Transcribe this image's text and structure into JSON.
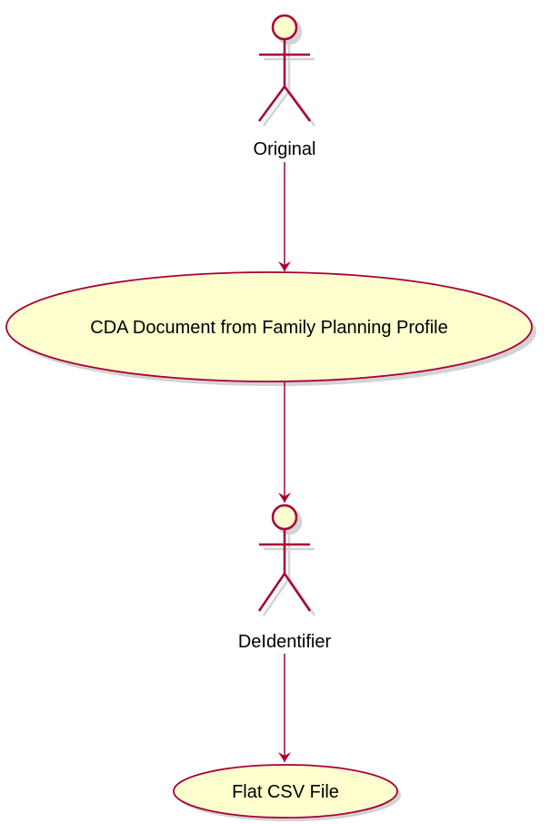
{
  "colors": {
    "node_fill": "#FEFECE",
    "node_stroke": "#A80036",
    "edge": "#A80036",
    "shadow": "#D3D3D3",
    "text": "#000000"
  },
  "actors": {
    "original": {
      "label": "Original"
    },
    "deidentifier": {
      "label": "DeIdentifier"
    }
  },
  "usecases": {
    "cda_document": {
      "label": "CDA Document from Family Planning Profile"
    },
    "flat_csv": {
      "label": "Flat CSV File"
    }
  }
}
